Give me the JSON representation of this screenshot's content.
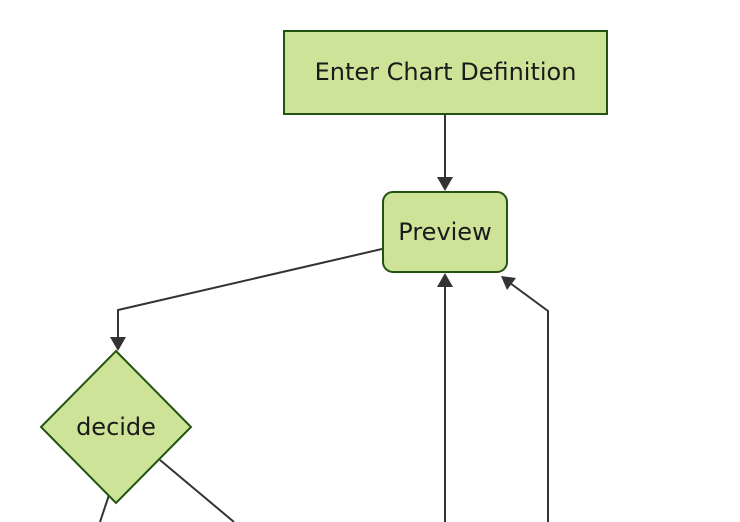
{
  "diagram": {
    "type": "flowchart",
    "orientation": "top-down",
    "nodes": [
      {
        "id": "A",
        "label": "Enter Chart Definition",
        "shape": "rectangle"
      },
      {
        "id": "B",
        "label": "Preview",
        "shape": "rounded-rectangle"
      },
      {
        "id": "C",
        "label": "decide",
        "shape": "diamond"
      }
    ],
    "edges": [
      {
        "name": "enter-chart-definition-to-preview",
        "from": "A",
        "to": "B",
        "arrowhead": true
      },
      {
        "name": "preview-to-decide",
        "from": "B",
        "to": "C",
        "arrowhead": true
      },
      {
        "name": "offscreen-bottom-to-preview",
        "from": "offscreen-bottom",
        "to": "B",
        "arrowhead": true
      },
      {
        "name": "offscreen-bottom-right-to-preview",
        "from": "offscreen-bottom-right",
        "to": "B",
        "arrowhead": true
      },
      {
        "name": "decide-to-offscreen-bottom-left",
        "from": "C",
        "to": "offscreen-bottom-left",
        "arrowhead": false
      },
      {
        "name": "decide-to-offscreen-bottom-right",
        "from": "C",
        "to": "offscreen-bottom-right",
        "arrowhead": false
      }
    ],
    "colors": {
      "background": "#ffffff",
      "node_fill": "#cde498",
      "node_border": "#235310",
      "edge_line": "#333333",
      "label_text": "#1a1a1a"
    }
  }
}
